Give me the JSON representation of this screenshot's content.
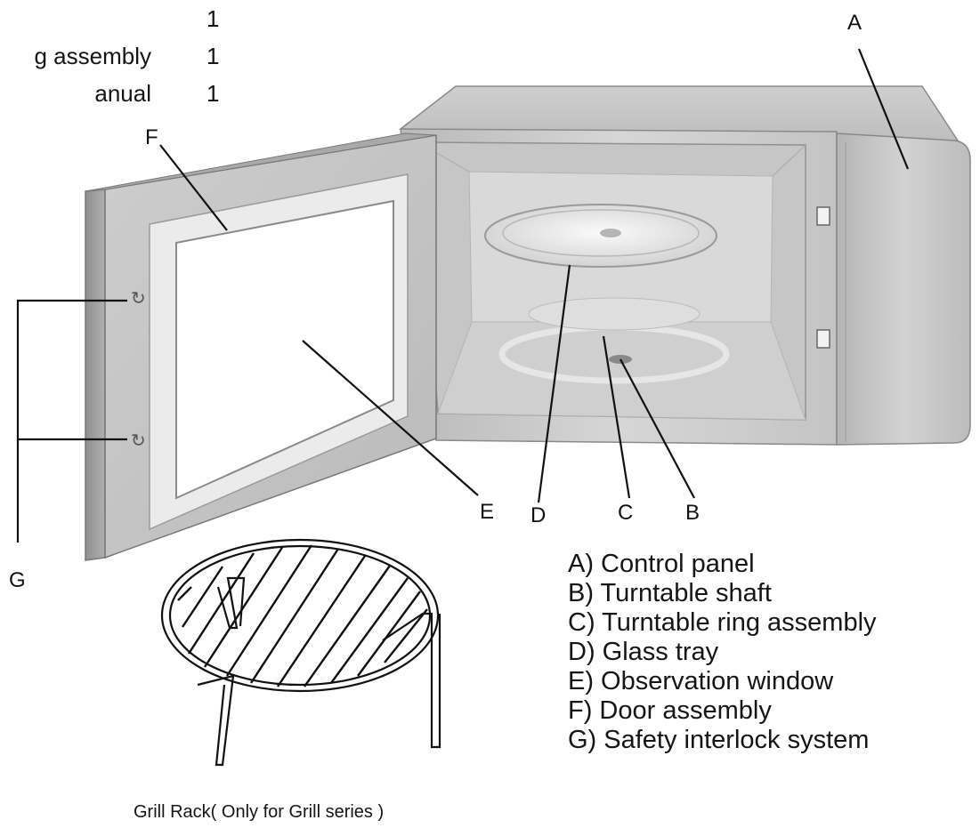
{
  "packing_list": [
    {
      "name": "",
      "qty": "1"
    },
    {
      "name": "g assembly",
      "qty": "1"
    },
    {
      "name": "anual",
      "qty": "1"
    }
  ],
  "callouts": {
    "A": "A",
    "B": "B",
    "C": "C",
    "D": "D",
    "E": "E",
    "F": "F",
    "G": "G"
  },
  "legend": [
    "A) Control panel",
    "B) Turntable shaft",
    "C) Turntable ring assembly",
    "D) Glass tray",
    "E) Observation window",
    "F) Door assembly",
    "G) Safety interlock system"
  ],
  "caption": "Grill Rack( Only for Grill series )"
}
